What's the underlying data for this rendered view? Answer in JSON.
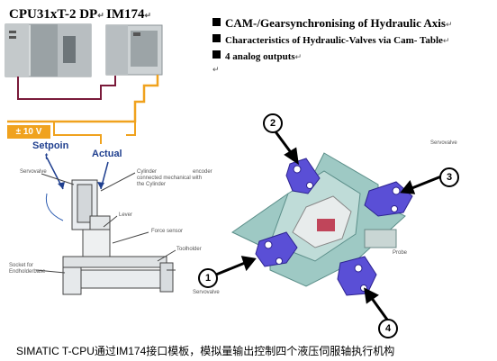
{
  "devices": {
    "cpu_label": "CPU31xT-2 DP",
    "im_label": "IM174"
  },
  "bullets": [
    "CAM-/Gearsynchronising of Hydraulic Axis",
    "Characteristics of Hydraulic-Valves   via Cam- Table",
    "4 analog outputs"
  ],
  "return_mark": "↵",
  "signals": {
    "voltage": "± 10 V",
    "setpoint_line1": "Setpoin",
    "setpoint_line2": "t",
    "actual": "Actual"
  },
  "left_diagram_labels": {
    "servovalve": "Servovalve",
    "cylinder": "Cylinder",
    "encoder": "encoder",
    "connected": "connected mechanical with",
    "the_cylinder": "the Cylinder",
    "lever": "Lever",
    "force_sensor": "Force sensor",
    "toolholder": "Toolholder",
    "socket_line1": "Socket for",
    "socket_line2": "Endholderbase"
  },
  "right_diagram_labels": {
    "servovalve_top": "Servovalve",
    "servovalve_left": "Servovalve",
    "probe": "Probe",
    "numbers": [
      "2",
      "3",
      "1",
      "4"
    ]
  },
  "caption": "SIMATIC T-CPU通过IM174接口模板，模拟量输出控制四个液压伺服轴执行机构",
  "colors": {
    "cable": "#f0a21e",
    "cable_dark": "#7a1a3a",
    "hydraulic_body": "#7fb7b2",
    "actuator": "#5a4fd6"
  }
}
